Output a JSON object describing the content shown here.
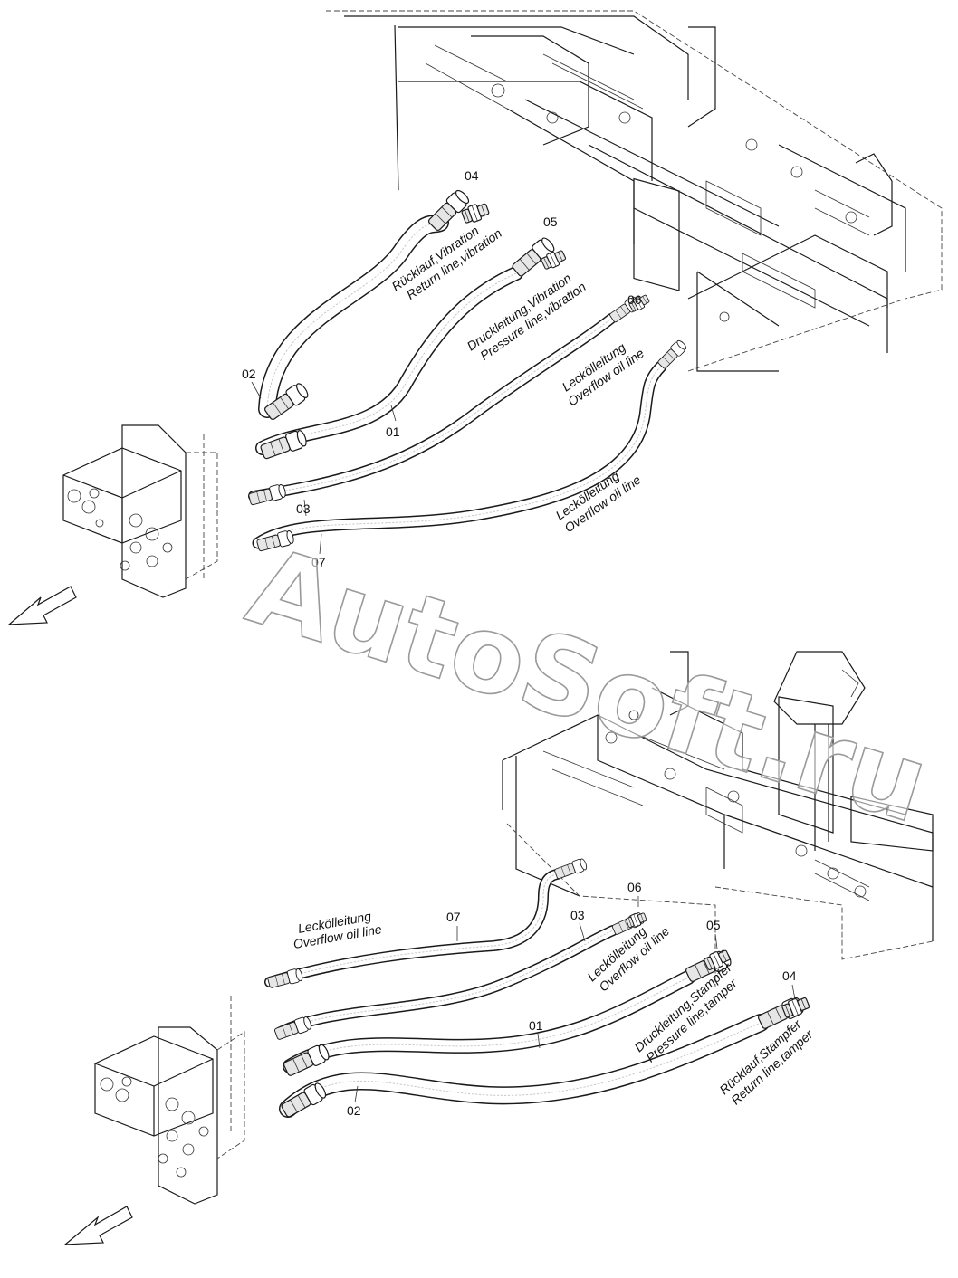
{
  "watermark": "AutoSoft.ru",
  "top": {
    "part_numbers": {
      "p04": "04",
      "p05": "05",
      "p06": "06",
      "p02": "02",
      "p01": "01",
      "p03": "03",
      "p07": "07"
    },
    "labels": {
      "return_de": "Rücklauf,Vibration",
      "return_en": "Return line,vibration",
      "pressure_de": "Druckleitung,Vibration",
      "pressure_en": "Pressure line,vibration",
      "overflow1_de": "Leckölleitung",
      "overflow1_en": "Overflow oil line",
      "overflow2_de": "Leckölleitung",
      "overflow2_en": "Overflow oil line"
    }
  },
  "bottom": {
    "part_numbers": {
      "p07": "07",
      "p03": "03",
      "p06": "06",
      "p05": "05",
      "p01": "01",
      "p04": "04",
      "p02": "02"
    },
    "labels": {
      "overflow1_de": "Leckölleitung",
      "overflow1_en": "Overflow oil line",
      "overflow2_de": "Leckölleitung",
      "overflow2_en": "Overflow oil line",
      "pressure_de": "Druckleitung,Stampfer",
      "pressure_en": "Pressure line,tamper",
      "return_de": "Rücklauf,Stampfer",
      "return_en": "Return line,tamper"
    }
  }
}
